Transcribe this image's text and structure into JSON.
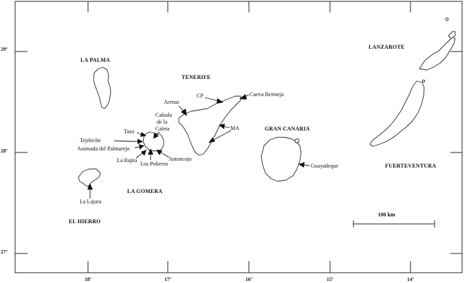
{
  "map": {
    "islands": {
      "la_palma": "LA PALMA",
      "tenerife": "TENERIFE",
      "gran_canaria": "GRAN CANARIA",
      "lanzarote": "LANZAROTE",
      "fuerteventura": "FUERTEVENTURA",
      "la_gomera": "LA GOMERA",
      "el_hierro": "EL HIERRO"
    },
    "sites": {
      "cp": "CP",
      "cueva_bermeja": "Cueva Bermeja",
      "arenas": "Arenas",
      "canada_line1": "Cañada",
      "canada_line2": "de la",
      "canada_line3": "Caleta",
      "ma": "MA",
      "tazo": "Tazo",
      "tejeleche": "Tejeleche",
      "asomada": "Asomada del Palmarejo",
      "la_rajita": "La Rajita",
      "los_polieros": "Los Polieros",
      "antoncojo": "Antoncojo",
      "guayadeque": "Guayadeque",
      "la_lajura": "La Lajura"
    },
    "latitude_labels": [
      "29º",
      "28º",
      "27º"
    ],
    "longitude_labels": [
      "18º",
      "17º",
      "16º",
      "15º",
      "14º"
    ],
    "scale_label": "100 km"
  }
}
